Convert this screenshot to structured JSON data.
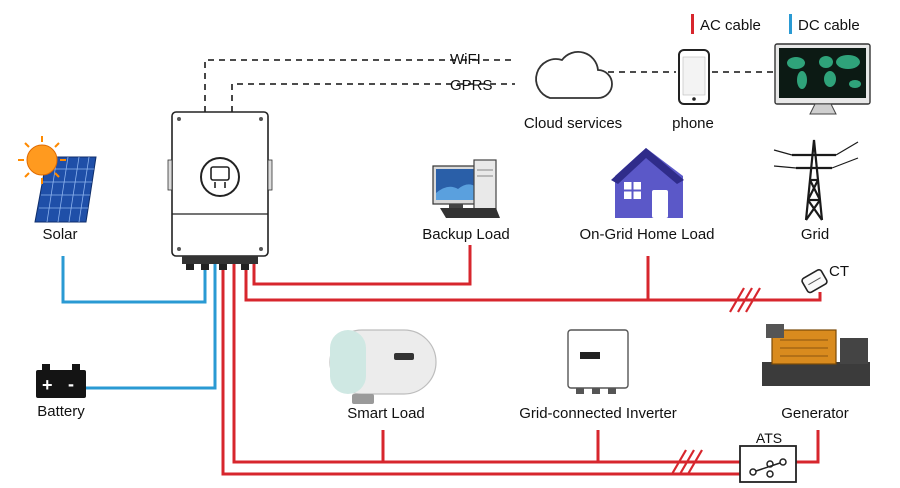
{
  "legend": {
    "ac_label": "AC cable",
    "dc_label": "DC cable",
    "ac_color": "#d7262d",
    "dc_color": "#2a9ad3"
  },
  "links": {
    "wifi": "WiFI",
    "gprs": "GPRS"
  },
  "nodes": {
    "solar": "Solar",
    "battery": "Battery",
    "cloud": "Cloud services",
    "phone": "phone",
    "backup_load": "Backup Load",
    "home_load": "On-Grid Home Load",
    "grid": "Grid",
    "ct": "CT",
    "smart_load": "Smart Load",
    "grid_inverter": "Grid-connected Inverter",
    "generator": "Generator",
    "ats": "ATS"
  },
  "icons": {
    "inverter": "hybrid-inverter-icon",
    "solar": "solar-panel-icon",
    "battery": "battery-icon",
    "cloud": "cloud-icon",
    "phone": "smartphone-icon",
    "monitor": "monitor-world-map-icon",
    "computer": "desktop-computer-icon",
    "house": "house-icon",
    "tower": "transmission-tower-icon",
    "ct_clamp": "ct-clamp-icon",
    "water_heater": "water-heater-icon",
    "grid_inverter": "grid-inverter-icon",
    "generator": "generator-icon",
    "ats_switch": "ats-switch-icon"
  }
}
